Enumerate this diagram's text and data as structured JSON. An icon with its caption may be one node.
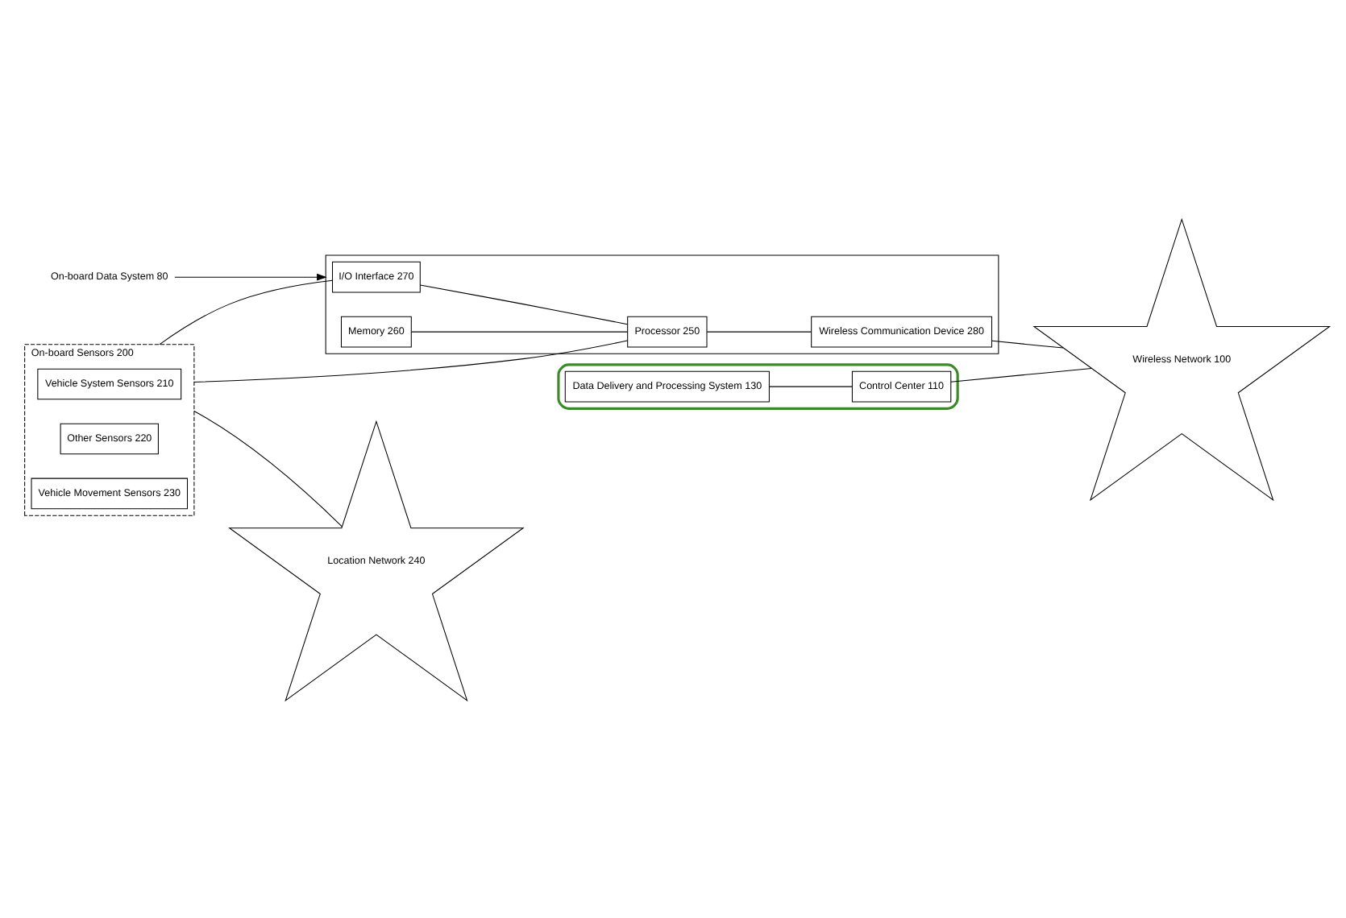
{
  "diagram": {
    "nodes": [
      {
        "text": [
          "On-board Sensors 200"
        ]
      },
      {
        "text": [
          "Vehicle System Sensors 210"
        ],
        "in": 0
      },
      {
        "text": [
          "Other Sensors 220"
        ],
        "in": 0
      },
      {
        "text": [
          "Vehicle Movement Sensors 230"
        ],
        "in": 0
      },
      {
        "text": [
          "On-board Data System 80"
        ]
      },
      {
        "text": [],
        "shape": "box"
      },
      {
        "text": [
          "I/O Interface 270"
        ],
        "in": 5
      },
      {
        "text": [
          "Memory 260"
        ],
        "in": 5
      },
      {
        "text": [
          "Processor 250"
        ],
        "in": 5
      },
      {
        "text": [
          "Wireless Communication Device 280"
        ],
        "in": 5
      },
      {
        "text": [
          "Location Network 240"
        ]
      },
      {
        "text": [],
        "shape": "ellipse"
      },
      {
        "text": [
          "Data Delivery and Processing System 130"
        ],
        "in": 11
      },
      {
        "text": [
          "Control Center 110"
        ],
        "in": 11
      },
      {
        "text": [
          "Wireless Network 100"
        ]
      }
    ],
    "edges": [
      {
        "from": 4,
        "to": 5,
        "arrow": "to"
      },
      {
        "from": 0,
        "to": 6,
        "arrow": "none"
      },
      {
        "from": 0,
        "to": 8,
        "arrow": "none"
      },
      {
        "from": 6,
        "to": 8,
        "arrow": "none"
      },
      {
        "from": 7,
        "to": 8,
        "arrow": "none"
      },
      {
        "from": 8,
        "to": 9,
        "arrow": "none"
      },
      {
        "from": 9,
        "to": 14,
        "arrow": "none"
      },
      {
        "from": 0,
        "to": 10,
        "arrow": "none"
      },
      {
        "from": 12,
        "to": 13,
        "arrow": "none"
      },
      {
        "from": 13,
        "to": 14,
        "arrow": "none"
      }
    ]
  }
}
